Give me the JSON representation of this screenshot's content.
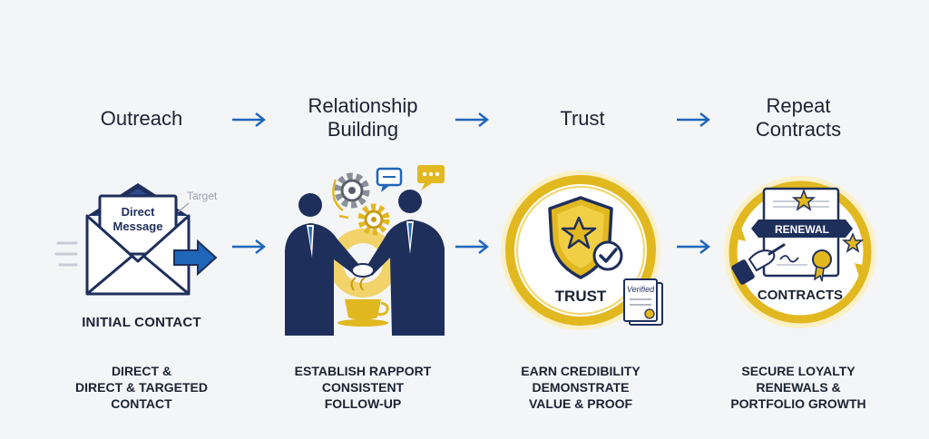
{
  "stages": [
    {
      "title_lines": [
        "Outreach"
      ],
      "icon_labels": [
        "Direct",
        "Message",
        "Target"
      ],
      "caption": "INITIAL CONTACT",
      "desc_lines": [
        "DIRECT &",
        "DIRECT & TARGETED",
        "CONTACT"
      ]
    },
    {
      "title_lines": [
        "Relationship",
        "Building"
      ],
      "desc_lines": [
        "ESTABLISH RAPPORT",
        "CONSISTENT",
        "FOLLOW-UP"
      ]
    },
    {
      "title_lines": [
        "Trust"
      ],
      "icon_labels": [
        "TRUST",
        "Verified"
      ],
      "desc_lines": [
        "EARN CREDIBILITY",
        "DEMONSTRATE",
        "VALUE & PROOF"
      ]
    },
    {
      "title_lines": [
        "Repeat",
        "Contracts"
      ],
      "icon_labels": [
        "RENEWAL",
        "CONTRACTS"
      ],
      "desc_lines": [
        "SECURE LOYALTY",
        "RENEWALS &",
        "PORTFOLIO GROWTH"
      ]
    }
  ],
  "colors": {
    "navy": "#1e2f5c",
    "gold": "#e2b820",
    "arrow_blue": "#1f66b8",
    "text": "#1b2333"
  }
}
